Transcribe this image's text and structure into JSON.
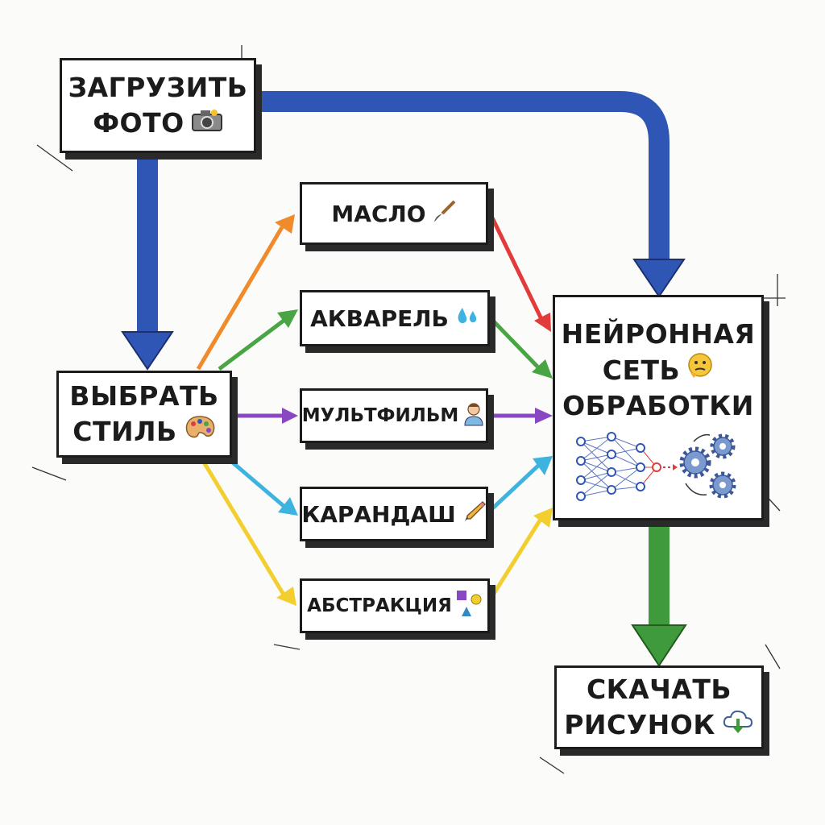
{
  "nodes": {
    "upload": {
      "line1": "ЗАГРУЗИТЬ",
      "line2": "ФОТО",
      "icon": "camera-icon"
    },
    "style": {
      "line1": "ВЫБРАТЬ",
      "line2": "СТИЛЬ",
      "icon": "palette-icon"
    },
    "oil": {
      "label": "МАСЛО",
      "icon": "paintbrush-icon"
    },
    "watercolor": {
      "label": "АКВАРЕЛЬ",
      "icon": "droplets-icon"
    },
    "cartoon": {
      "label": "МУЛЬТФИЛЬМ",
      "icon": "person-icon"
    },
    "pencil": {
      "label": "КАРАНДАШ",
      "icon": "pencil-icon"
    },
    "abstract": {
      "label": "АБСТРАКЦИЯ",
      "icon": "shapes-icon"
    },
    "network": {
      "line1": "НЕЙРОННАЯ",
      "line2": "СЕТЬ",
      "line3": "ОБРАБОТКИ",
      "icon": "thinking-face-icon",
      "illustration": "neural-network-gears-icon"
    },
    "download": {
      "line1": "СКАЧАТЬ",
      "line2": "РИСУНОК",
      "icon": "cloud-download-icon"
    }
  },
  "colors": {
    "blue": "#2f56b5",
    "orange": "#f08a2a",
    "green": "#49a544",
    "purple": "#8a47c4",
    "cyan": "#3fb3e0",
    "yellow": "#f2cf2f",
    "red": "#e23b3b",
    "download_green": "#3f9a3c"
  }
}
